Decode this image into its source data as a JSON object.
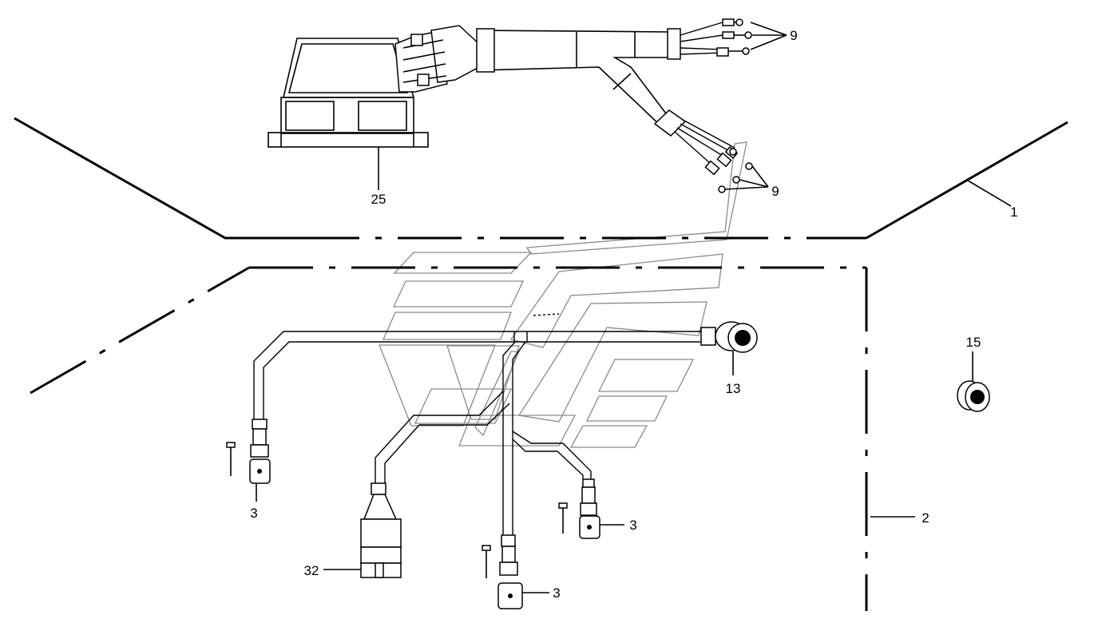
{
  "callouts": {
    "c25": "25",
    "c9a": "9",
    "c9b": "9",
    "c1": "1",
    "c2": "2",
    "c15": "15",
    "c13": "13",
    "c3a": "3",
    "c3b": "3",
    "c3c": "3",
    "c32": "32"
  },
  "colors": {
    "ink": "#000000",
    "ghost": "#8a8a8a",
    "background": "#ffffff"
  }
}
